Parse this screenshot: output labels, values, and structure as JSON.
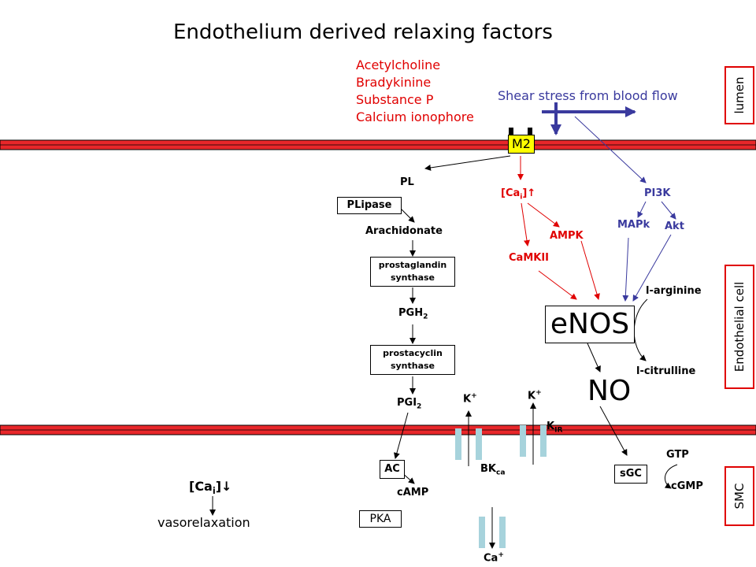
{
  "title": "Endothelium derived relaxing factors",
  "stimuli": [
    "Acetylcholine",
    "Bradykinine",
    "Substance P",
    "Calcium ionophore"
  ],
  "shear": "Shear stress from blood flow",
  "receptor": "M2",
  "regions": {
    "lumen": "lumen",
    "endothelial": "Endothelial cell",
    "smc": "SMC"
  },
  "pathway": {
    "pl": "PL",
    "plipase": "PLipase",
    "arachidonate": "Arachidonate",
    "pg_synthase": "prostaglandin synthase",
    "pgh2_base": "PGH",
    "pgh2_sub": "2",
    "pc_synthase": "prostacyclin synthase",
    "pgi2_base": "PGI",
    "pgi2_sub": "2",
    "ac": "AC",
    "camp": "cAMP",
    "pka": "PKA"
  },
  "calcium": {
    "cai_base": "[Ca",
    "cai_sub": "i",
    "cai_close": "]",
    "up_arrow": "↑",
    "down_arrow": "↓",
    "ampk": "AMPK",
    "camkii": "CaMKII"
  },
  "shear_path": {
    "pi3k": "PI3K",
    "mapk": "MAPk",
    "akt": "Akt"
  },
  "enos": "eNOS",
  "no": "NO",
  "larginine": "l-arginine",
  "lcitrulline": "l-citrulline",
  "smc": {
    "gtp": "GTP",
    "sgc": "sGC",
    "cgmp": "cGMP",
    "vasorelaxation": "vasorelaxation"
  },
  "channels": {
    "k_base": "K",
    "plus": "+",
    "kir_base": "K",
    "kir_sub": "IR",
    "bkca_base": "BK",
    "bkca_sub": "ca",
    "ca_base": "Ca"
  },
  "colors": {
    "membrane": "#e8272a",
    "red": "#e00000",
    "blue": "#3a3a9e",
    "channel": "#a7d3dc",
    "receptor": "#ffff00"
  }
}
